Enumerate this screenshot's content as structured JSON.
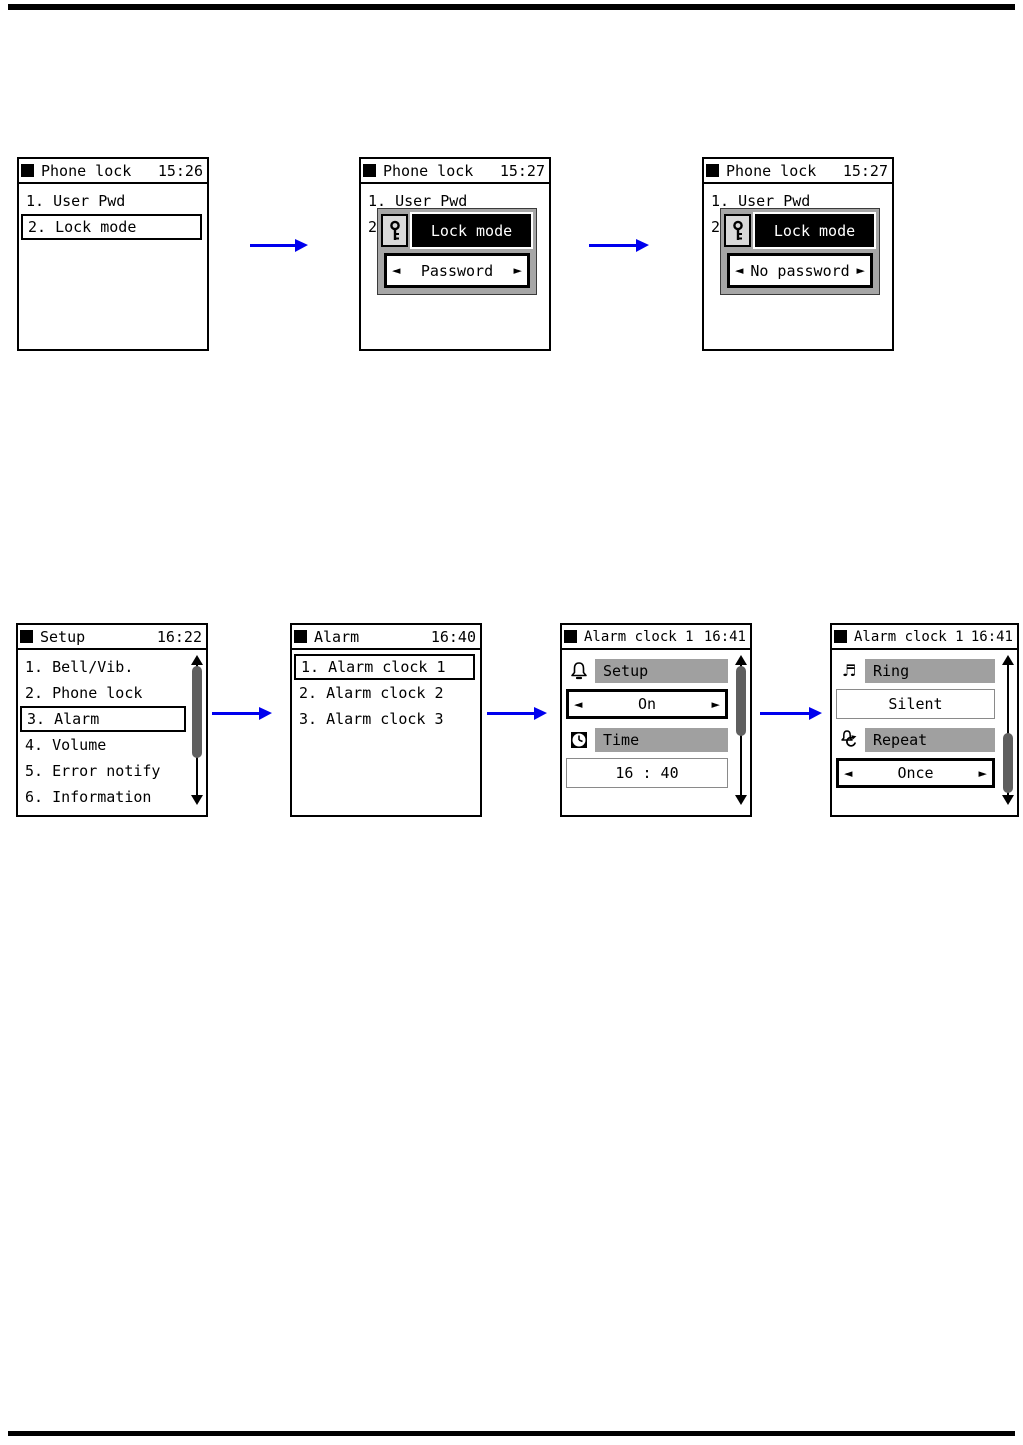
{
  "page": {
    "top_rule": true,
    "bottom_rule": true,
    "background": "#ffffff"
  },
  "colors": {
    "flow_arrow_blue": "#0000ee",
    "popup_panel_gray": "#a6a6a6",
    "label_bar_gray": "#a0a0a0",
    "key_box_gray": "#d9d9d9",
    "scroll_thumb_gray": "#5f5f5f",
    "screen_border": "#000000",
    "popup_title_bg": "#000000",
    "popup_title_text": "#ffffff"
  },
  "glyphs": {
    "left_arrow": "◄",
    "right_arrow": "►",
    "music_note": "♬"
  },
  "flow1": {
    "screen1": {
      "title": "Phone lock",
      "time": "15:26",
      "items": [
        {
          "label": "1. User Pwd"
        },
        {
          "label": "2. Lock mode"
        }
      ],
      "selected_item": "2. Lock mode"
    },
    "screen2": {
      "title": "Phone lock",
      "time": "15:27",
      "items": [
        {
          "label": "1. User Pwd"
        },
        {
          "label": "2."
        }
      ],
      "popup": {
        "title": "Lock mode",
        "value": "Password"
      }
    },
    "screen3": {
      "title": "Phone lock",
      "time": "15:27",
      "items": [
        {
          "label": "1. User Pwd"
        },
        {
          "label": "2."
        }
      ],
      "popup": {
        "title": "Lock mode",
        "value": "No password"
      }
    }
  },
  "flow2": {
    "screen1": {
      "title": "Setup",
      "time": "16:22",
      "items": [
        {
          "label": "1. Bell/Vib."
        },
        {
          "label": "2. Phone lock"
        },
        {
          "label": "3. Alarm"
        },
        {
          "label": "4. Volume"
        },
        {
          "label": "5. Error notify"
        },
        {
          "label": "6. Information"
        }
      ],
      "selected_item": "3. Alarm",
      "scrollbar": {
        "visible": true,
        "thumb_position": "upper"
      }
    },
    "screen2": {
      "title": "Alarm",
      "time": "16:40",
      "items": [
        {
          "label": "1. Alarm clock 1"
        },
        {
          "label": "2. Alarm clock 2"
        },
        {
          "label": "3. Alarm clock 3"
        }
      ],
      "selected_item": "1. Alarm clock 1"
    },
    "screen3": {
      "title": "Alarm clock 1",
      "time": "16:41",
      "sections": [
        {
          "icon": "alarm-bell",
          "label": "Setup",
          "value": "On",
          "selector": true
        },
        {
          "icon": "clock",
          "label": "Time",
          "value": "16 : 40",
          "selector": false
        }
      ],
      "scrollbar": {
        "visible": true,
        "thumb_position": "upper"
      }
    },
    "screen4": {
      "title": "Alarm clock 1",
      "time": "16:41",
      "sections": [
        {
          "icon": "music-note",
          "label": "Ring",
          "value": "Silent",
          "selector": false
        },
        {
          "icon": "repeat-bell",
          "label": "Repeat",
          "value": "Once",
          "selector": true
        }
      ],
      "scrollbar": {
        "visible": true,
        "thumb_position": "lower"
      }
    }
  }
}
